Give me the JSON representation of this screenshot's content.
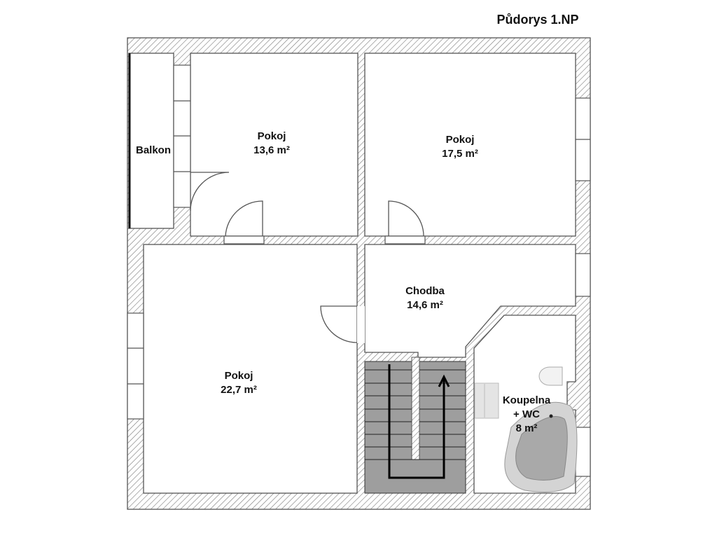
{
  "title": "Půdorys 1.NP",
  "rooms": [
    {
      "name": "Balkon",
      "area": ""
    },
    {
      "name": "Pokoj",
      "area": "13,6 m²"
    },
    {
      "name": "Pokoj",
      "area": "17,5 m²"
    },
    {
      "name": "Pokoj",
      "area": "22,7 m²"
    },
    {
      "name": "Chodba",
      "area": "14,6 m²"
    },
    {
      "name": "Koupelna",
      "name2": "+ WC",
      "area": "8 m²"
    }
  ],
  "colors": {
    "wall_hatch": "#777777",
    "stairs": "#9e9e9e",
    "bath": "#c8c8c8"
  }
}
